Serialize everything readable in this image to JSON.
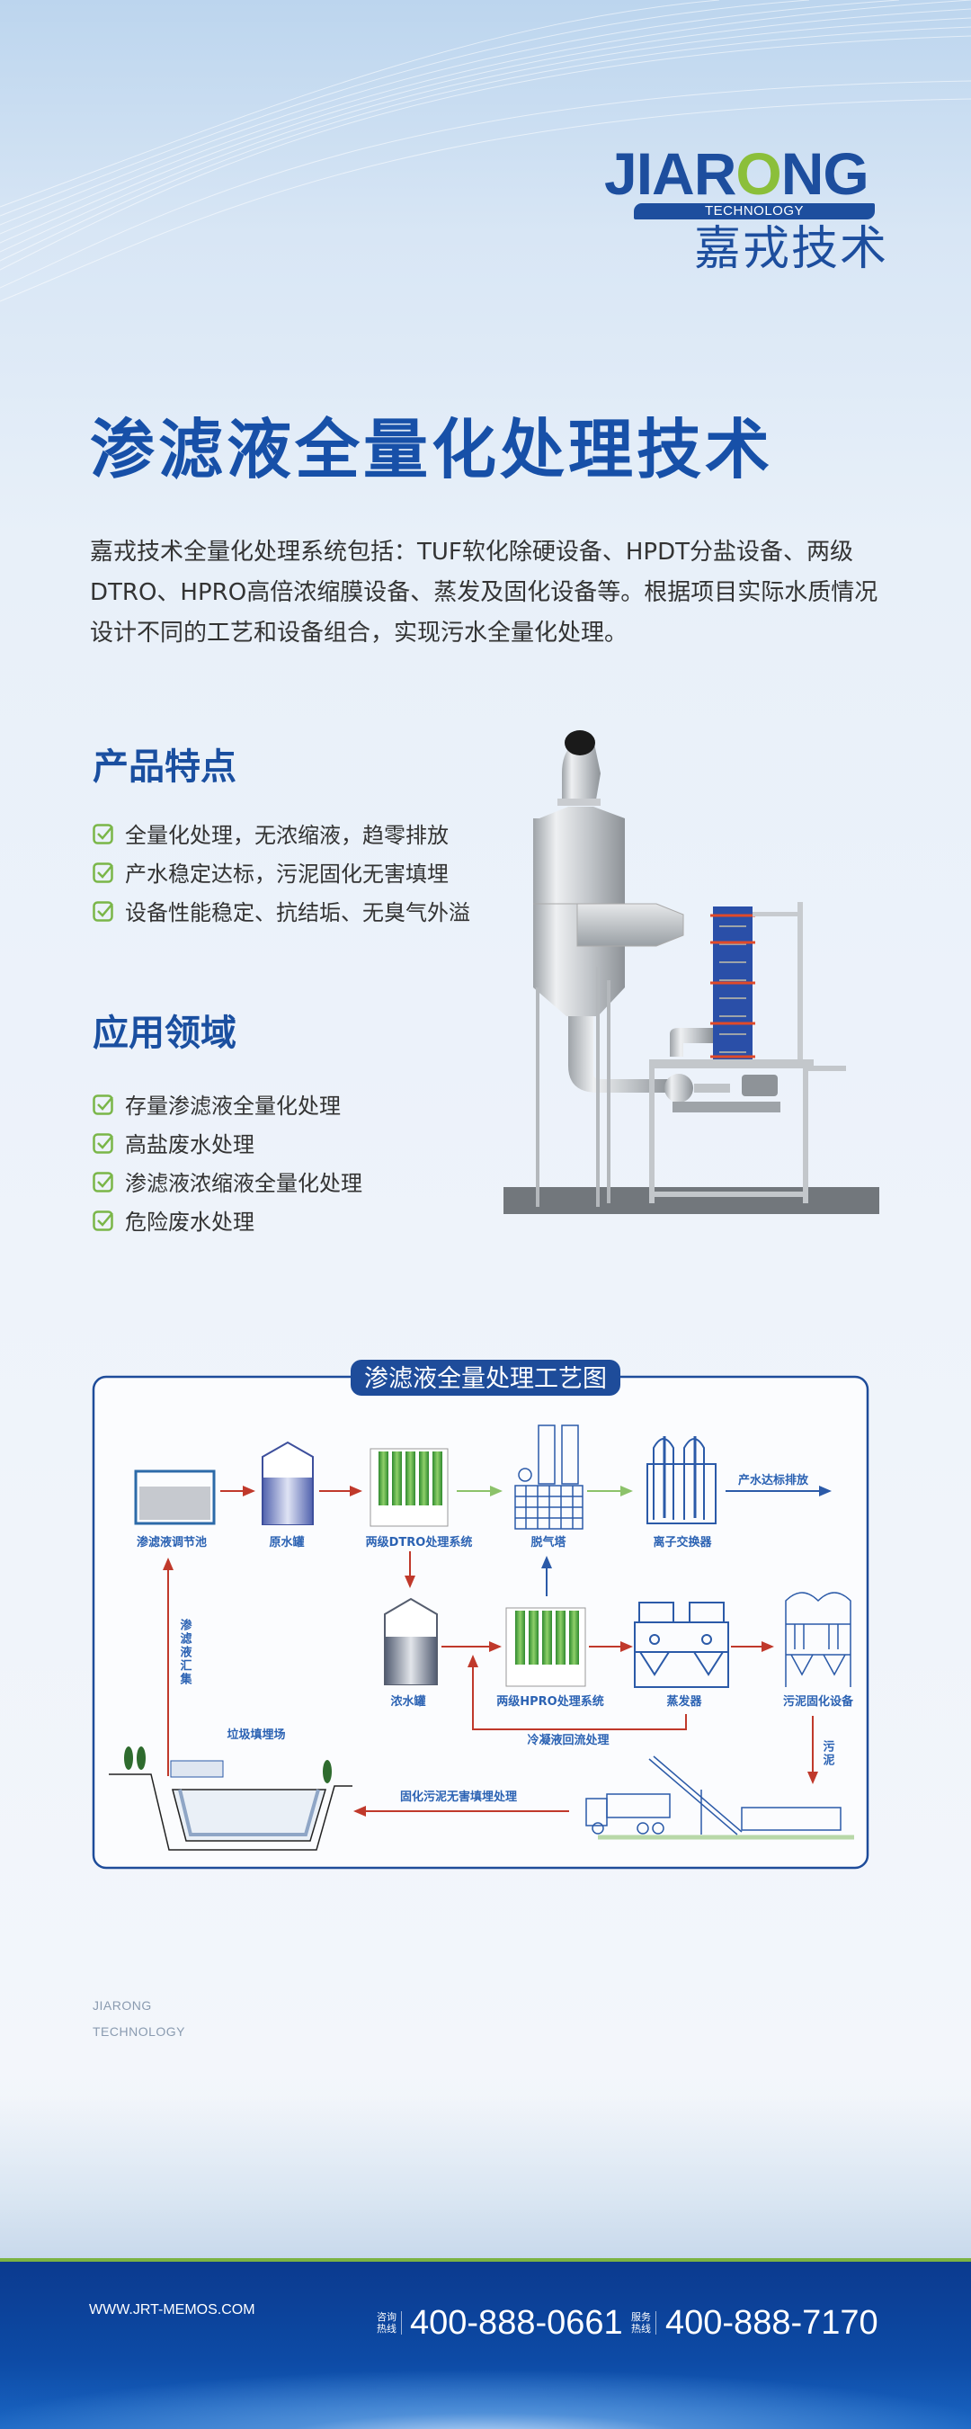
{
  "logo": {
    "word_pre": "JIAR",
    "word_o": "O",
    "word_post": "NG",
    "tagline": "TECHNOLOGY",
    "cn": "嘉戎技术",
    "colors": {
      "blue": "#1d4e9e",
      "green": "#8bbf3a"
    }
  },
  "title": "渗滤液全量化处理技术",
  "intro": "嘉戎技术全量化处理系统包括：TUF软化除硬设备、HPDT分盐设备、两级DTRO、HPRO高倍浓缩膜设备、蒸发及固化设备等。根据项目实际水质情况设计不同的工艺和设备组合，实现污水全量化处理。",
  "features": {
    "heading": "产品特点",
    "items": [
      "全量化处理，无浓缩液，趋零排放",
      "产水稳定达标，污泥固化无害填埋",
      "设备性能稳定、抗结垢、无臭气外溢"
    ]
  },
  "applications": {
    "heading": "应用领域",
    "items": [
      "存量渗滤液全量化处理",
      "高盐废水处理",
      "渗滤液浓缩液全量化处理",
      "危险废水处理"
    ]
  },
  "diagram": {
    "title": "渗滤液全量处理工艺图",
    "nodes": [
      "渗滤液调节池",
      "原水罐",
      "两级DTRO处理系统",
      "脱气塔",
      "离子交换器",
      "浓水罐",
      "两级HPRO处理系统",
      "蒸发器",
      "污泥固化设备",
      "垃圾填埋场"
    ],
    "flows": {
      "discharge": "产水达标排放",
      "collect": "渗滤液汇集",
      "condensate": "冷凝液回流处理",
      "sludge": "污泥",
      "landfill": "固化污泥无害填埋处理"
    }
  },
  "corp": {
    "line1": "JIARONG",
    "line2": "TECHNOLOGY"
  },
  "footer": {
    "website": "WWW.JRT-MEMOS.COM",
    "hotline1": {
      "label": "咨询热线",
      "number": "400-888-0661"
    },
    "hotline2": {
      "label": "服务热线",
      "number": "400-888-7170"
    }
  },
  "colors": {
    "primary": "#1750a8",
    "accent_green": "#7ab648",
    "flow_red": "#c0392b",
    "flow_green": "#8cc26a"
  }
}
